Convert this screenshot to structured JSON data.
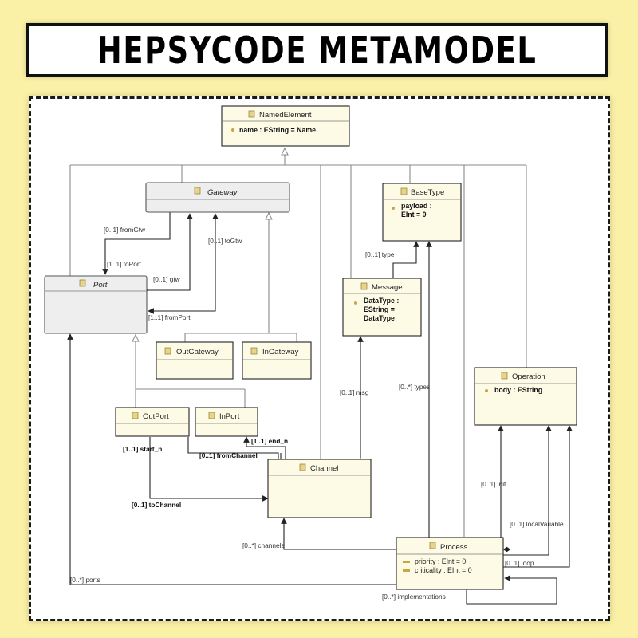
{
  "title": "HEPSYCODE METAMODEL",
  "classes": {
    "named_element": {
      "name": "NamedElement",
      "attr": "name : EString = Name"
    },
    "gateway": {
      "name": "Gateway"
    },
    "base_type": {
      "name": "BaseType",
      "attr1": "payload :",
      "attr2": "EInt = 0"
    },
    "port": {
      "name": "Port"
    },
    "message": {
      "name": "Message",
      "attr1": "DataType :",
      "attr2": "EString =",
      "attr3": "DataType"
    },
    "out_gateway": {
      "name": "OutGateway"
    },
    "in_gateway": {
      "name": "InGateway"
    },
    "operation": {
      "name": "Operation",
      "attr": "body : EString"
    },
    "out_port": {
      "name": "OutPort"
    },
    "in_port": {
      "name": "InPort"
    },
    "channel": {
      "name": "Channel"
    },
    "process": {
      "name": "Process",
      "attr1": "priority : EInt = 0",
      "attr2": "criticality : EInt = 0"
    }
  },
  "labels": {
    "from_gtw": "[0..1] fromGtw",
    "to_gtw": "[0..1] toGtw",
    "to_port": "[1..1] toPort",
    "gtw": "[0..1] gtw",
    "from_port": "[1..1] fromPort",
    "type": "[0..1] type",
    "msg": "[0..1] msg",
    "types": "[0..*] types",
    "init": "[0..1] init",
    "local_variable": "[0..1] localVariable",
    "loop": "[0..1] loop",
    "start_n": "[1..1] start_n",
    "end_n": "[1..1] end_n",
    "from_channel": "[0..1] fromChannel",
    "to_channel": "[0..1] toChannel",
    "channels": "[0..*] channels",
    "ports": "[0..*] ports",
    "implementations": "[0..*] implementations"
  }
}
